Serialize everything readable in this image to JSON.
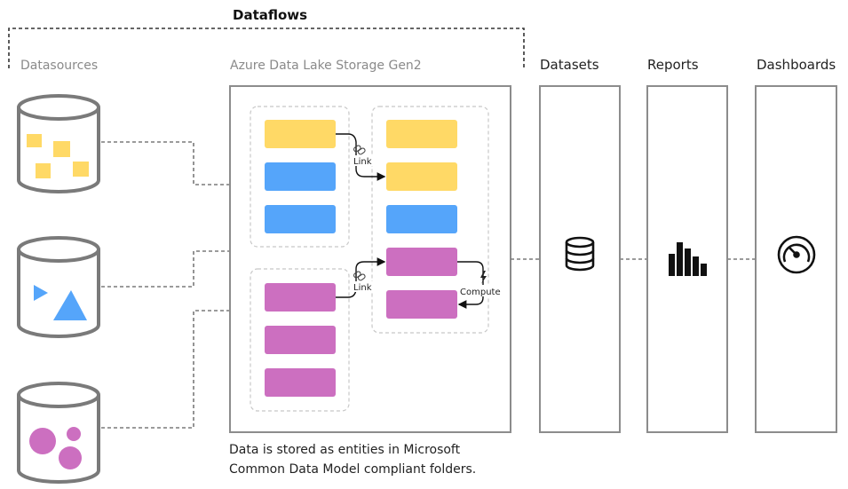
{
  "title": "Dataflows",
  "datasources_label": "Datasources",
  "storage_label": "Azure Data Lake Storage Gen2",
  "datasets_label": "Datasets",
  "reports_label": "Reports",
  "dashboards_label": "Dashboards",
  "link_label": "Link",
  "compute_label": "Compute",
  "caption_line1": "Data is stored as entities in Microsoft",
  "caption_line2": "Common Data Model compliant folders.",
  "colors": {
    "yellow": "#FFD966",
    "blue": "#55A5FA",
    "pink": "#CC6FC0",
    "frame": "#8C8C8C",
    "dashed": "#7A7A7A"
  },
  "icons": {
    "datasets": "database-icon",
    "reports": "bar-chart-icon",
    "dashboards": "gauge-icon"
  }
}
